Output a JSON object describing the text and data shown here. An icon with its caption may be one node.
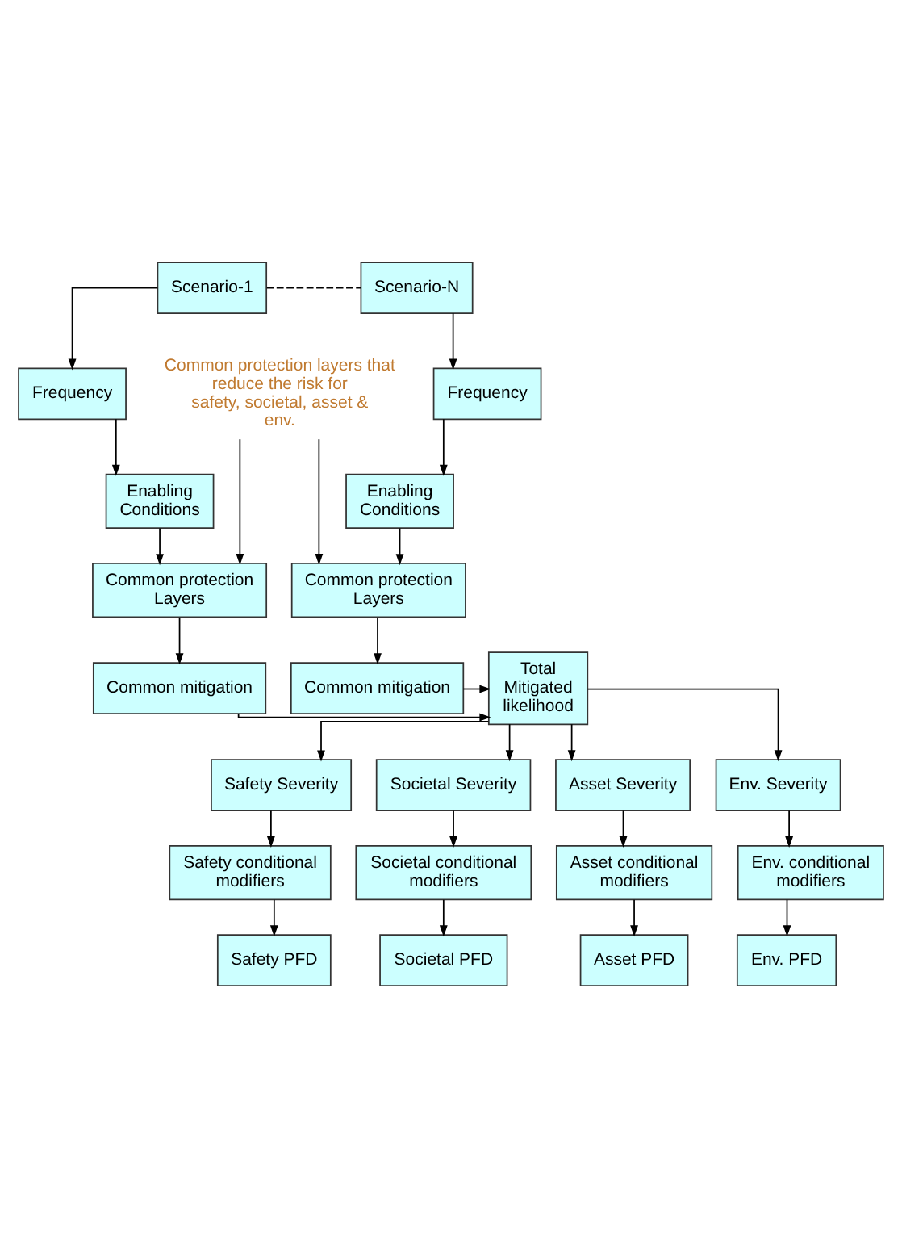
{
  "diagram": {
    "nodes": [
      {
        "text": [
          "Scenario-1"
        ]
      },
      {
        "text": [
          "Scenario-N"
        ]
      },
      {
        "text": [
          "Frequency"
        ]
      },
      {
        "text": [
          "Frequency"
        ]
      },
      {
        "text": [
          "Enabling Conditions"
        ]
      },
      {
        "text": [
          "Enabling Conditions"
        ]
      },
      {
        "text": [
          "Common protection Layers"
        ]
      },
      {
        "text": [
          "Common protection Layers"
        ]
      },
      {
        "text": [
          "Common mitigation"
        ]
      },
      {
        "text": [
          "Total Mitigated likelihood"
        ]
      },
      {
        "text": [
          "Common mitigation"
        ]
      },
      {
        "text": [
          "Common protection layers that reduce the risk for safety, societal, asset & env."
        ]
      },
      {
        "text": [
          "Safety Severity"
        ]
      },
      {
        "text": [
          "Societal Severity"
        ]
      },
      {
        "text": [
          "Asset Severity"
        ]
      },
      {
        "text": [
          "Env. Severity"
        ]
      },
      {
        "text": [
          "Safety conditional modifiers"
        ]
      },
      {
        "text": [
          "Societal conditional modifiers"
        ]
      },
      {
        "text": [
          "Asset conditional modifiers"
        ]
      },
      {
        "text": [
          "Env. conditional modifiers"
        ]
      },
      {
        "text": [
          "Safety PFD"
        ]
      },
      {
        "text": [
          "Societal PFD"
        ]
      },
      {
        "text": [
          "Asset PFD"
        ]
      },
      {
        "text": [
          "Env. PFD"
        ]
      }
    ],
    "edges": [
      {
        "from": 0,
        "to": 1,
        "arrow": "none",
        "style": "dashed"
      },
      {
        "from": 0,
        "to": 2,
        "arrow": "to"
      },
      {
        "from": 2,
        "to": 4,
        "arrow": "to"
      },
      {
        "from": 4,
        "to": 6,
        "arrow": "to"
      },
      {
        "from": 6,
        "to": 8,
        "arrow": "to"
      },
      {
        "from": 1,
        "to": 3,
        "arrow": "to"
      },
      {
        "from": 3,
        "to": 5,
        "arrow": "to"
      },
      {
        "from": 5,
        "to": 7,
        "arrow": "to"
      },
      {
        "from": 7,
        "to": 10,
        "arrow": "to"
      },
      {
        "from": 11,
        "to": 6,
        "arrow": "to"
      },
      {
        "from": 11,
        "to": 7,
        "arrow": "to"
      },
      {
        "from": 8,
        "to": 9,
        "arrow": "to"
      },
      {
        "from": 10,
        "to": 9,
        "arrow": "to"
      },
      {
        "from": 9,
        "to": 12,
        "arrow": "to"
      },
      {
        "from": 9,
        "to": 13,
        "arrow": "to"
      },
      {
        "from": 9,
        "to": 14,
        "arrow": "to"
      },
      {
        "from": 9,
        "to": 15,
        "arrow": "to"
      },
      {
        "from": 12,
        "to": 16,
        "arrow": "to"
      },
      {
        "from": 13,
        "to": 17,
        "arrow": "to"
      },
      {
        "from": 14,
        "to": 18,
        "arrow": "to"
      },
      {
        "from": 15,
        "to": 19,
        "arrow": "to"
      },
      {
        "from": 16,
        "to": 20,
        "arrow": "to"
      },
      {
        "from": 17,
        "to": 21,
        "arrow": "to"
      },
      {
        "from": 18,
        "to": 22,
        "arrow": "to"
      },
      {
        "from": 19,
        "to": 23,
        "arrow": "to"
      }
    ]
  }
}
